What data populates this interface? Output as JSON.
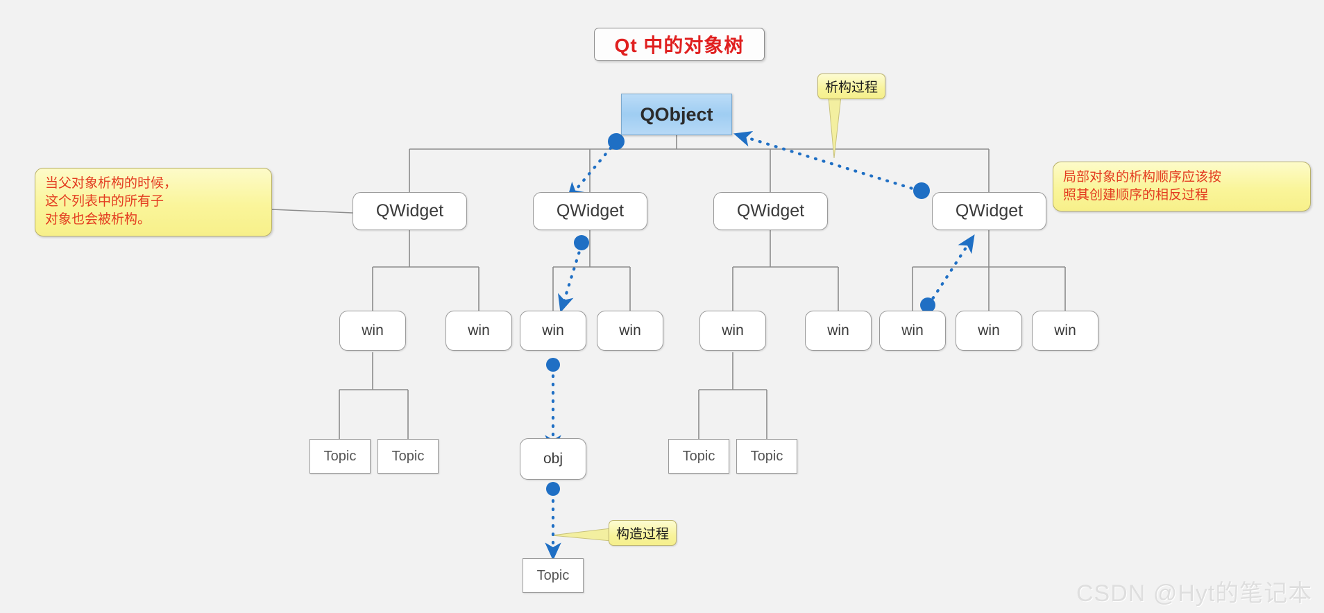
{
  "page": {
    "background": "#f2f2f2",
    "watermark": "CSDN @Hyt的笔记本"
  },
  "title": {
    "text": "Qt 中的对象树",
    "color": "#e02020"
  },
  "colors": {
    "root_node": "#9fcdf2",
    "arrow": "#1f6fc4",
    "callout": "#f8f39b",
    "callout_text": "#e33c20",
    "tree_line": "#8c8c8c"
  },
  "nodes": {
    "root": {
      "label": "QObject"
    },
    "widgets": [
      {
        "label": "QWidget"
      },
      {
        "label": "QWidget"
      },
      {
        "label": "QWidget"
      },
      {
        "label": "QWidget"
      }
    ],
    "wins": [
      {
        "label": "win"
      },
      {
        "label": "win"
      },
      {
        "label": "win"
      },
      {
        "label": "win"
      },
      {
        "label": "win"
      },
      {
        "label": "win"
      },
      {
        "label": "win"
      },
      {
        "label": "win"
      },
      {
        "label": "win"
      }
    ],
    "obj": {
      "label": "obj"
    },
    "topics": [
      {
        "label": "Topic"
      },
      {
        "label": "Topic"
      },
      {
        "label": "Topic"
      },
      {
        "label": "Topic"
      },
      {
        "label": "Topic"
      }
    ]
  },
  "callouts": {
    "left": "当父对象析构的时候，\n这个列表中的所有子\n对象也会被析构。",
    "right": "局部对象的析构顺序应该按\n照其创建顺序的相反过程"
  },
  "tags": {
    "destruct": "析构过程",
    "construct": "构造过程"
  }
}
